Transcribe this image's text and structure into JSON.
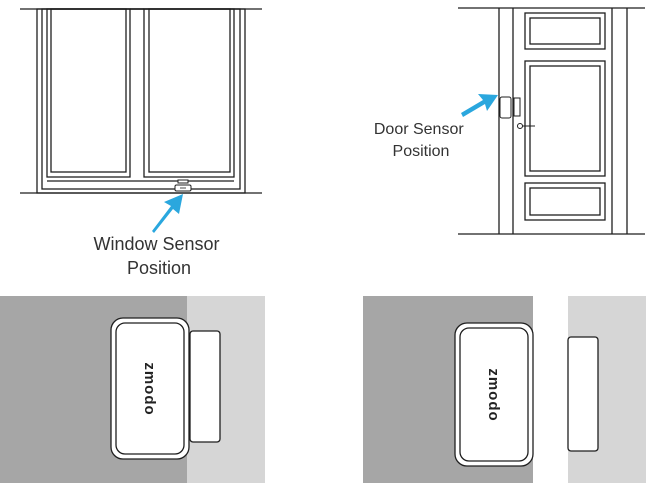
{
  "captions": {
    "window": [
      "Window Sensor",
      "Position"
    ],
    "door": [
      "Door Sensor",
      "Position"
    ]
  },
  "sensor_brand": "zmodo",
  "colors": {
    "arrow": "#2aa7de",
    "dark_gray": "#a6a6a6",
    "light_gray": "#d6d6d6",
    "line": "#1f1f1f"
  }
}
